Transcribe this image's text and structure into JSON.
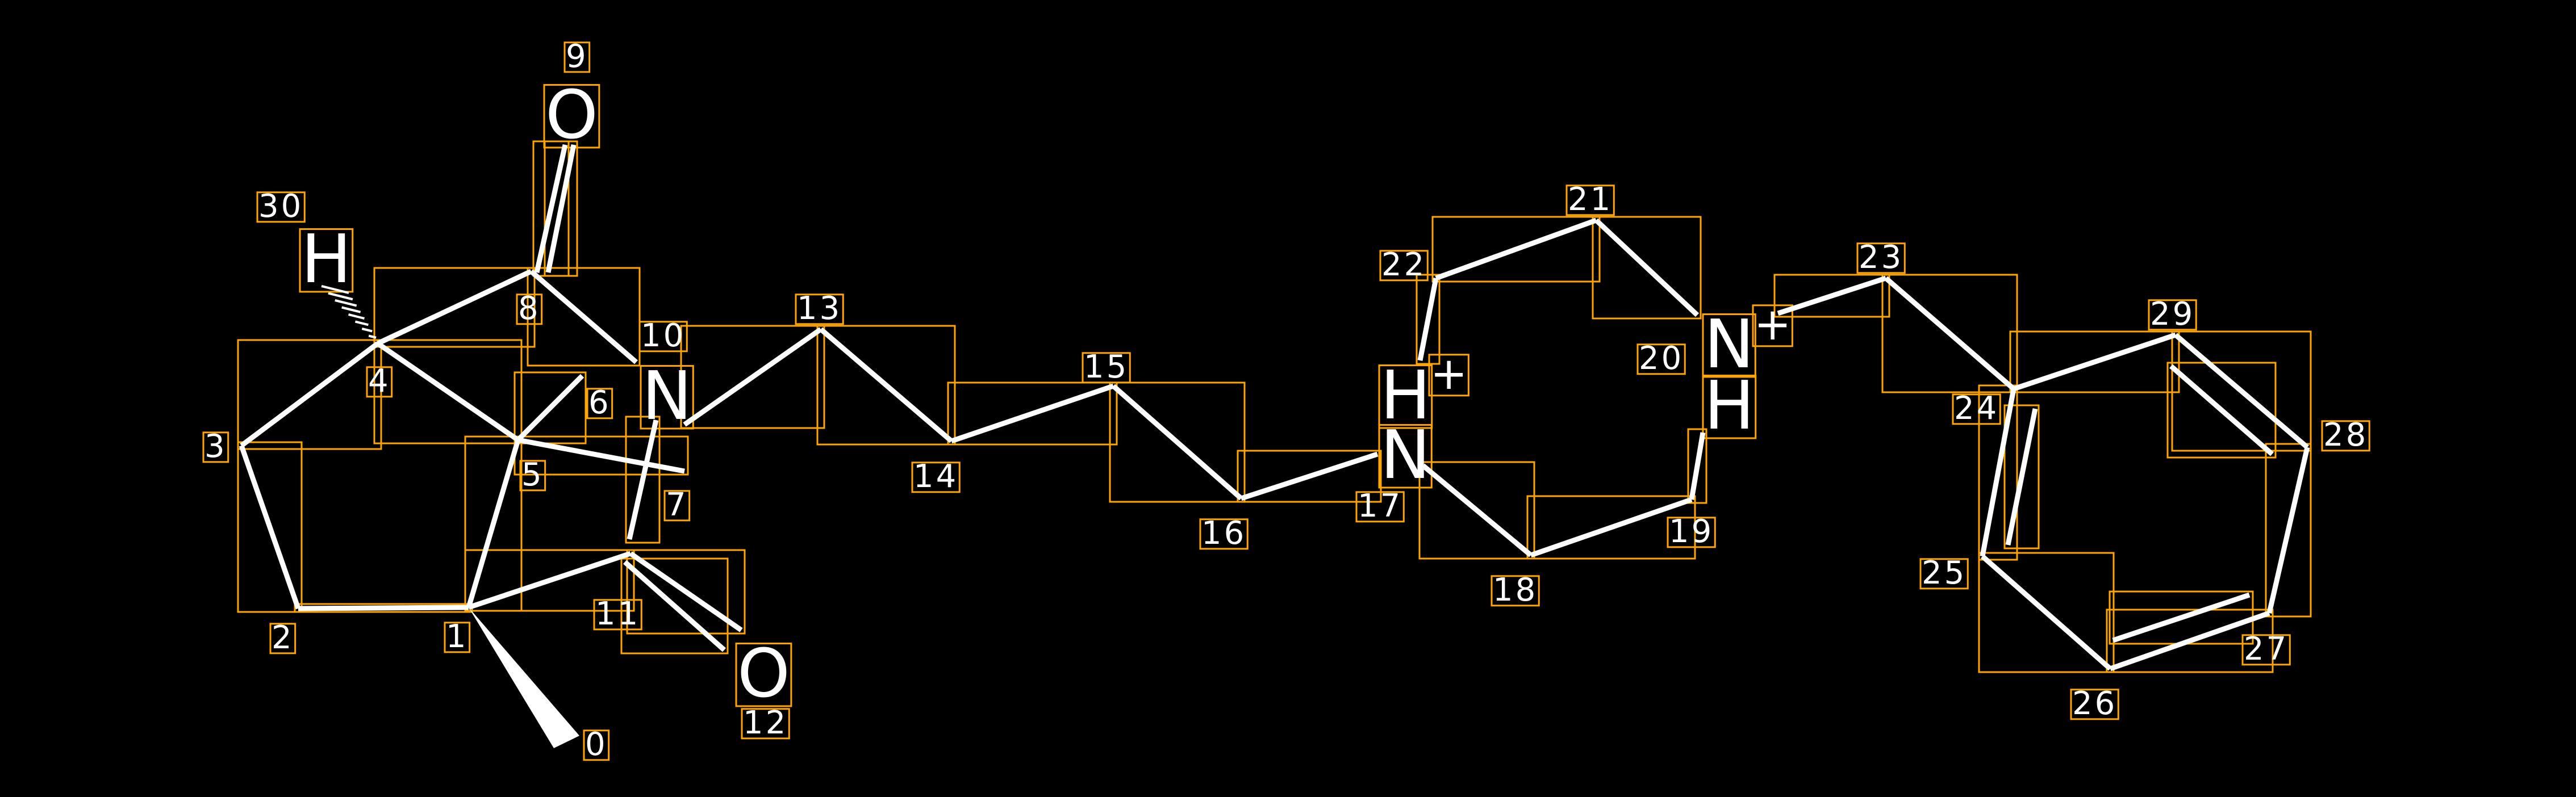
{
  "colors": {
    "background": "#000000",
    "bond": "#FFFFFF",
    "box": "#FFA500"
  },
  "atom_labels": {
    "o9": "O",
    "h30": "H",
    "n10": "N",
    "o12": "O",
    "h17": "H",
    "n17": "N",
    "plus17": "+",
    "n20": "N",
    "h20": "H",
    "plus20": "+"
  },
  "indices": [
    "0",
    "1",
    "2",
    "3",
    "4",
    "5",
    "6",
    "7",
    "8",
    "9",
    "10",
    "11",
    "12",
    "13",
    "14",
    "15",
    "16",
    "17",
    "18",
    "19",
    "20",
    "21",
    "22",
    "23",
    "24",
    "25",
    "26",
    "27",
    "28",
    "29",
    "30"
  ]
}
